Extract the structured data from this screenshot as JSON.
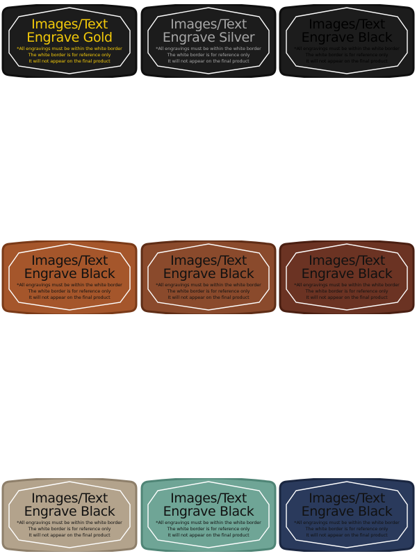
{
  "title_line1": "Images/Text",
  "note_line1": "*All engravings must be within the white border",
  "note_line2": "The white border is for reference only",
  "note_line3": "It will not appear on the final product",
  "patches": [
    {
      "label": "Engrave Gold",
      "fill": "#1c1c1c",
      "rim": "#0f0f0f",
      "text_color": "#f2c90a"
    },
    {
      "label": "Engrave Silver",
      "fill": "#1c1c1c",
      "rim": "#0f0f0f",
      "text_color": "#a6a6a6"
    },
    {
      "label": "Engrave Black",
      "fill": "#1c1c1c",
      "rim": "#0f0f0f",
      "text_color": "#000000"
    },
    {
      "label": "Engrave Black",
      "fill": "#a5562b",
      "rim": "#7a3a18",
      "text_color": "#111111"
    },
    {
      "label": "Engrave Black",
      "fill": "#8a4a2c",
      "rim": "#5f2d16",
      "text_color": "#111111"
    },
    {
      "label": "Engrave Black",
      "fill": "#6b3323",
      "rim": "#4a1f12",
      "text_color": "#111111"
    },
    {
      "label": "Engrave Black",
      "fill": "#b3a38c",
      "rim": "#8e7f6a",
      "text_color": "#111111"
    },
    {
      "label": "Engrave Black",
      "fill": "#6fa596",
      "rim": "#4f8576",
      "text_color": "#111111"
    },
    {
      "label": "Engrave Black",
      "fill": "#2a3a5c",
      "rim": "#1a2640",
      "text_color": "#111111"
    }
  ]
}
